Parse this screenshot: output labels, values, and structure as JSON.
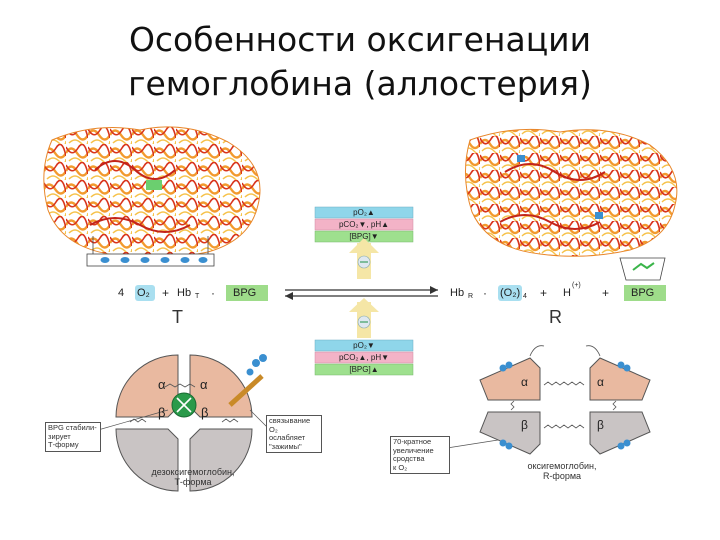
{
  "title": {
    "line1": "Особенности оксигенации",
    "line2": "гемоглобина (аллостерия)"
  },
  "conditions_top": {
    "row1": "pO₂▲",
    "row2": "pCO₂▼, pH▲",
    "row3": "[BPG]▼"
  },
  "conditions_bottom": {
    "row1": "pO₂▼",
    "row2": "pCO₂▲, pH▼",
    "row3": "[BPG]▲"
  },
  "equation_left": {
    "coef": "4",
    "o2": "O₂",
    "plus1": "+",
    "hb": "Hb",
    "hb_sub": "T",
    "dot": "·",
    "bpg": "BPG"
  },
  "equation_right": {
    "hb": "Hb",
    "hb_sub": "R",
    "dot": "·",
    "o2": "(O₂)",
    "o2_sub": "4",
    "plus1": "+",
    "h": "H",
    "h_sup": "(+)",
    "plus2": "+",
    "bpg": "BPG"
  },
  "state_labels": {
    "t": "T",
    "r": "R"
  },
  "subunits": {
    "alpha": "α",
    "beta": "β"
  },
  "notes": {
    "bpg_stabilizes": "BPG стабили-\nзирует\nТ-форму",
    "o2_binding": "связывание\nO₂\nослабляет\n\"зажимы\"",
    "affinity": "70-кратное\nувеличение\nсродства\nк O₂"
  },
  "captions": {
    "deoxy": "дезоксигемоглобин,\nТ-форма",
    "oxy": "оксигемоглобин,\nR-форма"
  },
  "colors": {
    "protein_orange": "#f29a2e",
    "protein_red": "#d8341c",
    "pink_band": "#f3b3c7",
    "cyan_band": "#8fd6ea",
    "green_band": "#9ee08e",
    "subunit_beige": "#e9b9a0",
    "subunit_grey": "#c9c4c4",
    "bpg_green": "#2a9a4a",
    "o2_blue": "#3a8fd0",
    "bpg_box": "#9edc8a"
  }
}
